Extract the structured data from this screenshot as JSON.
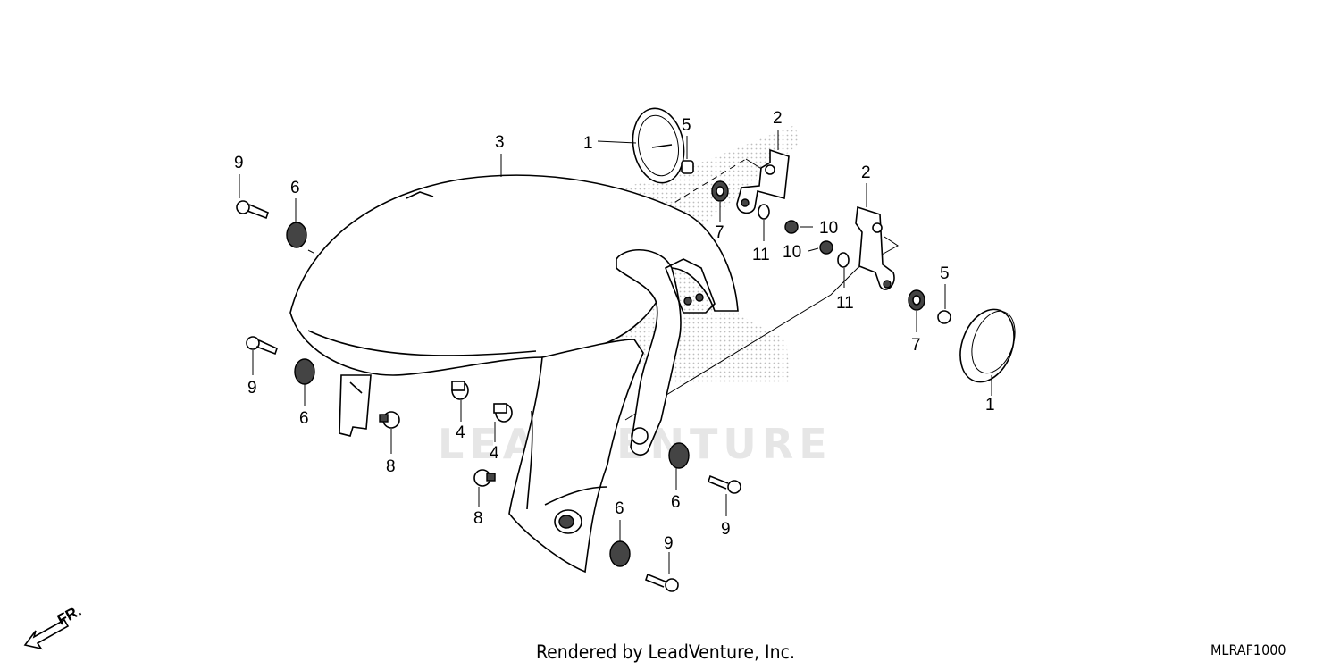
{
  "diagram": {
    "watermark": "LEADVENTURE",
    "direction_label": "FR.",
    "callouts": [
      {
        "id": "c1a",
        "label": "1"
      },
      {
        "id": "c1b",
        "label": "1"
      },
      {
        "id": "c2a",
        "label": "2"
      },
      {
        "id": "c2b",
        "label": "2"
      },
      {
        "id": "c3",
        "label": "3"
      },
      {
        "id": "c4a",
        "label": "4"
      },
      {
        "id": "c4b",
        "label": "4"
      },
      {
        "id": "c5a",
        "label": "5"
      },
      {
        "id": "c5b",
        "label": "5"
      },
      {
        "id": "c6a",
        "label": "6"
      },
      {
        "id": "c6b",
        "label": "6"
      },
      {
        "id": "c6c",
        "label": "6"
      },
      {
        "id": "c6d",
        "label": "6"
      },
      {
        "id": "c7a",
        "label": "7"
      },
      {
        "id": "c7b",
        "label": "7"
      },
      {
        "id": "c8a",
        "label": "8"
      },
      {
        "id": "c8b",
        "label": "8"
      },
      {
        "id": "c9a",
        "label": "9"
      },
      {
        "id": "c9b",
        "label": "9"
      },
      {
        "id": "c9c",
        "label": "9"
      },
      {
        "id": "c9d",
        "label": "9"
      },
      {
        "id": "c10a",
        "label": "10"
      },
      {
        "id": "c10b",
        "label": "10"
      },
      {
        "id": "c11a",
        "label": "11"
      },
      {
        "id": "c11b",
        "label": "11"
      }
    ]
  },
  "footer": {
    "credit": "Rendered by LeadVenture, Inc.",
    "code": "MLRAF1000"
  }
}
